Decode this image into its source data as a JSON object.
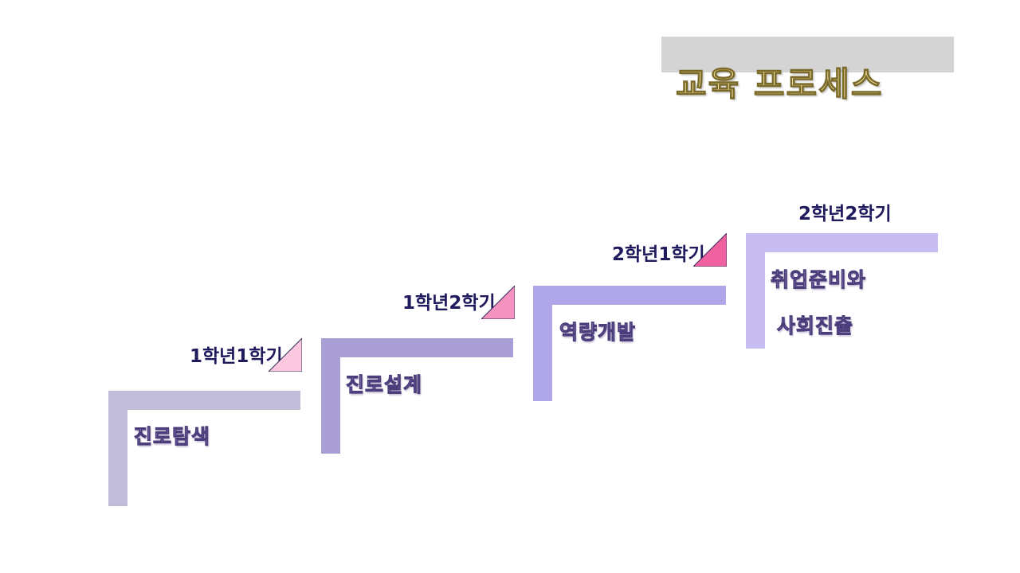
{
  "title": "교육 프로세스",
  "steps": [
    {
      "semester": "1학년1학기",
      "lines": [
        "진로탐색"
      ],
      "bar_color": "#c1bdd8",
      "tri_color": "#fbc8e0"
    },
    {
      "semester": "1학년2학기",
      "lines": [
        "진로설계"
      ],
      "bar_color": "#a99fd6",
      "tri_color": "#f592c0"
    },
    {
      "semester": "2학년1학기",
      "lines": [
        "역량개발"
      ],
      "bar_color": "#b0a6ea",
      "tri_color": "#f0619f"
    },
    {
      "semester": "2학년2학기",
      "lines": [
        "취업준비와",
        "사회진출"
      ],
      "bar_color": "#c7bdf0"
    }
  ]
}
